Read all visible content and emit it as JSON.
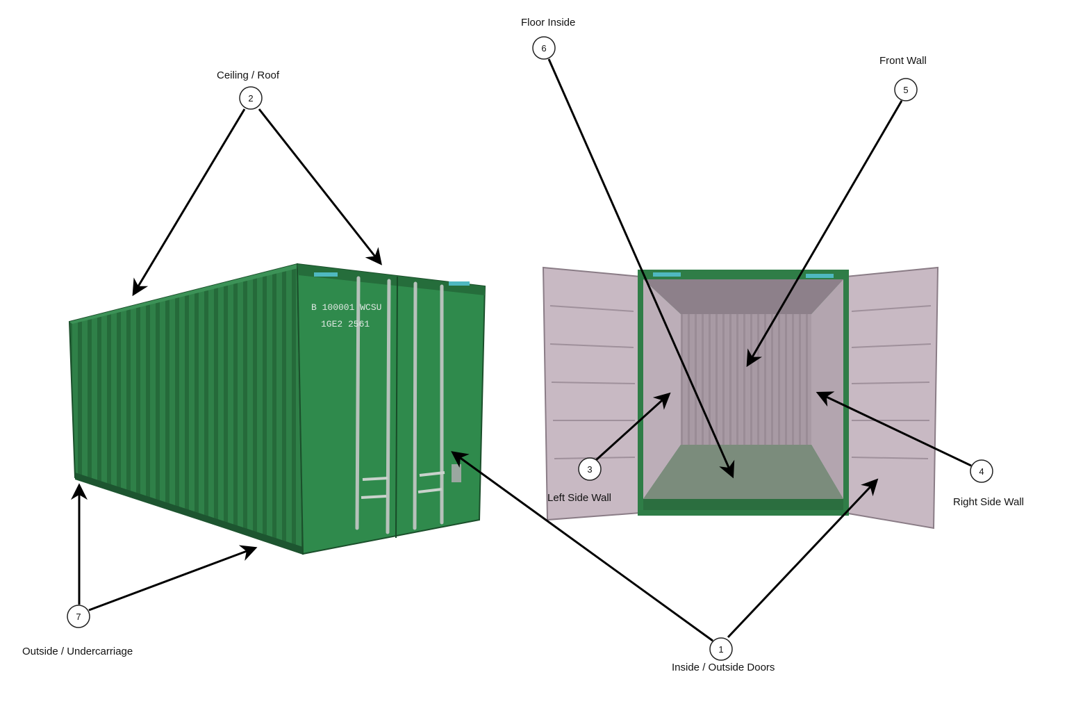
{
  "labels": {
    "floor_inside": "Floor Inside",
    "ceiling_roof": "Ceiling / Roof",
    "front_wall": "Front Wall",
    "left_side_wall": "Left Side Wall",
    "right_side_wall": "Right Side Wall",
    "outside_undercarriage": "Outside / Undercarriage",
    "inside_outside_doors": "Inside / Outside Doors"
  },
  "callouts": {
    "c1": "1",
    "c2": "2",
    "c3": "3",
    "c4": "4",
    "c5": "5",
    "c6": "6",
    "c7": "7"
  },
  "container_markings": {
    "line1": "B 100001 WCSU",
    "line2": "1GE2 2561"
  },
  "colors": {
    "container_green": "#2e7d45",
    "container_dark": "#1f5a31",
    "interior": "#b9a8b3",
    "arrow": "#000000"
  }
}
